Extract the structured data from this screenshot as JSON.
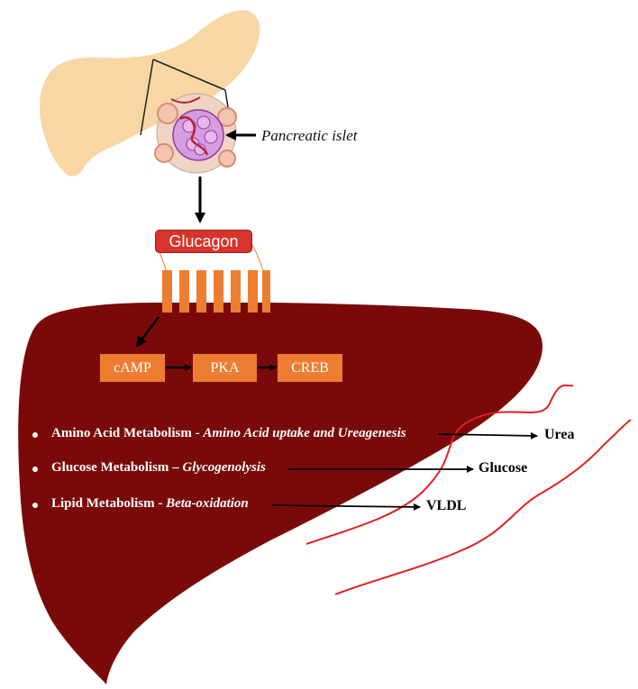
{
  "islet": {
    "label": "Pancreatic islet"
  },
  "hormone": {
    "label": "Glucagon"
  },
  "signaling": {
    "steps": [
      "cAMP",
      "PKA",
      "CREB"
    ]
  },
  "metabolism": [
    {
      "name": "Amino Acid Metabolism",
      "separator": " - ",
      "detail": "Amino Acid uptake and Ureagenesis",
      "product": "Urea"
    },
    {
      "name": "Glucose Metabolism",
      "separator": " – ",
      "detail": "Glycogenolysis",
      "product": "Glucose"
    },
    {
      "name": "Lipid Metabolism",
      "separator": " - ",
      "detail": "Beta-oxidation",
      "product": "VLDL"
    }
  ],
  "colors": {
    "pancreas": "#f8d7a4",
    "liver": "#7a0a0a",
    "glucagon": "#d6342c",
    "signal_box": "#ed7d31",
    "vessel": "#e02020"
  }
}
